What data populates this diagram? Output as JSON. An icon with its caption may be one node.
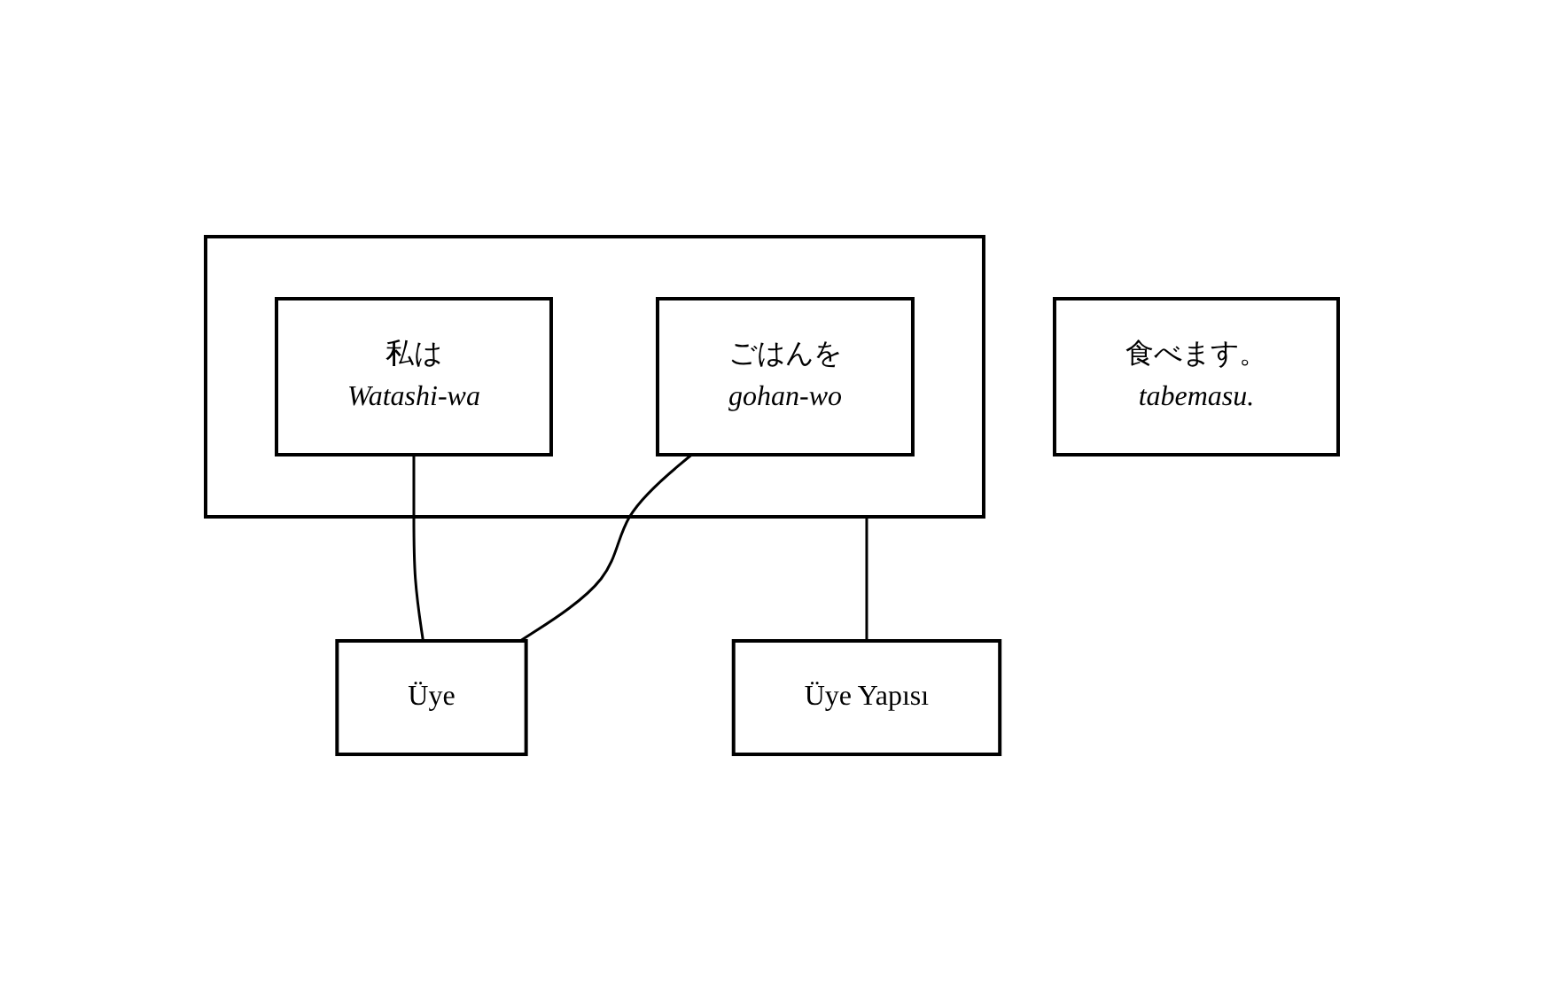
{
  "diagram": {
    "nodes": [
      {
        "text": [],
        "shape": "box"
      },
      {
        "text": [
          "私は",
          "Watashi-wa"
        ],
        "in": 0
      },
      {
        "text": [
          "ごはんを",
          "gohan-wo"
        ],
        "in": 0
      },
      {
        "text": [
          "食べます。",
          "tabemasu."
        ]
      },
      {
        "text": [
          "Üye"
        ]
      },
      {
        "text": [
          "Üye Yapısı"
        ]
      }
    ],
    "edges": [
      {
        "from": 1,
        "to": 4,
        "arrow": "none"
      },
      {
        "from": 2,
        "to": 4,
        "arrow": "none"
      },
      {
        "from": 0,
        "to": 5,
        "arrow": "none"
      }
    ]
  }
}
